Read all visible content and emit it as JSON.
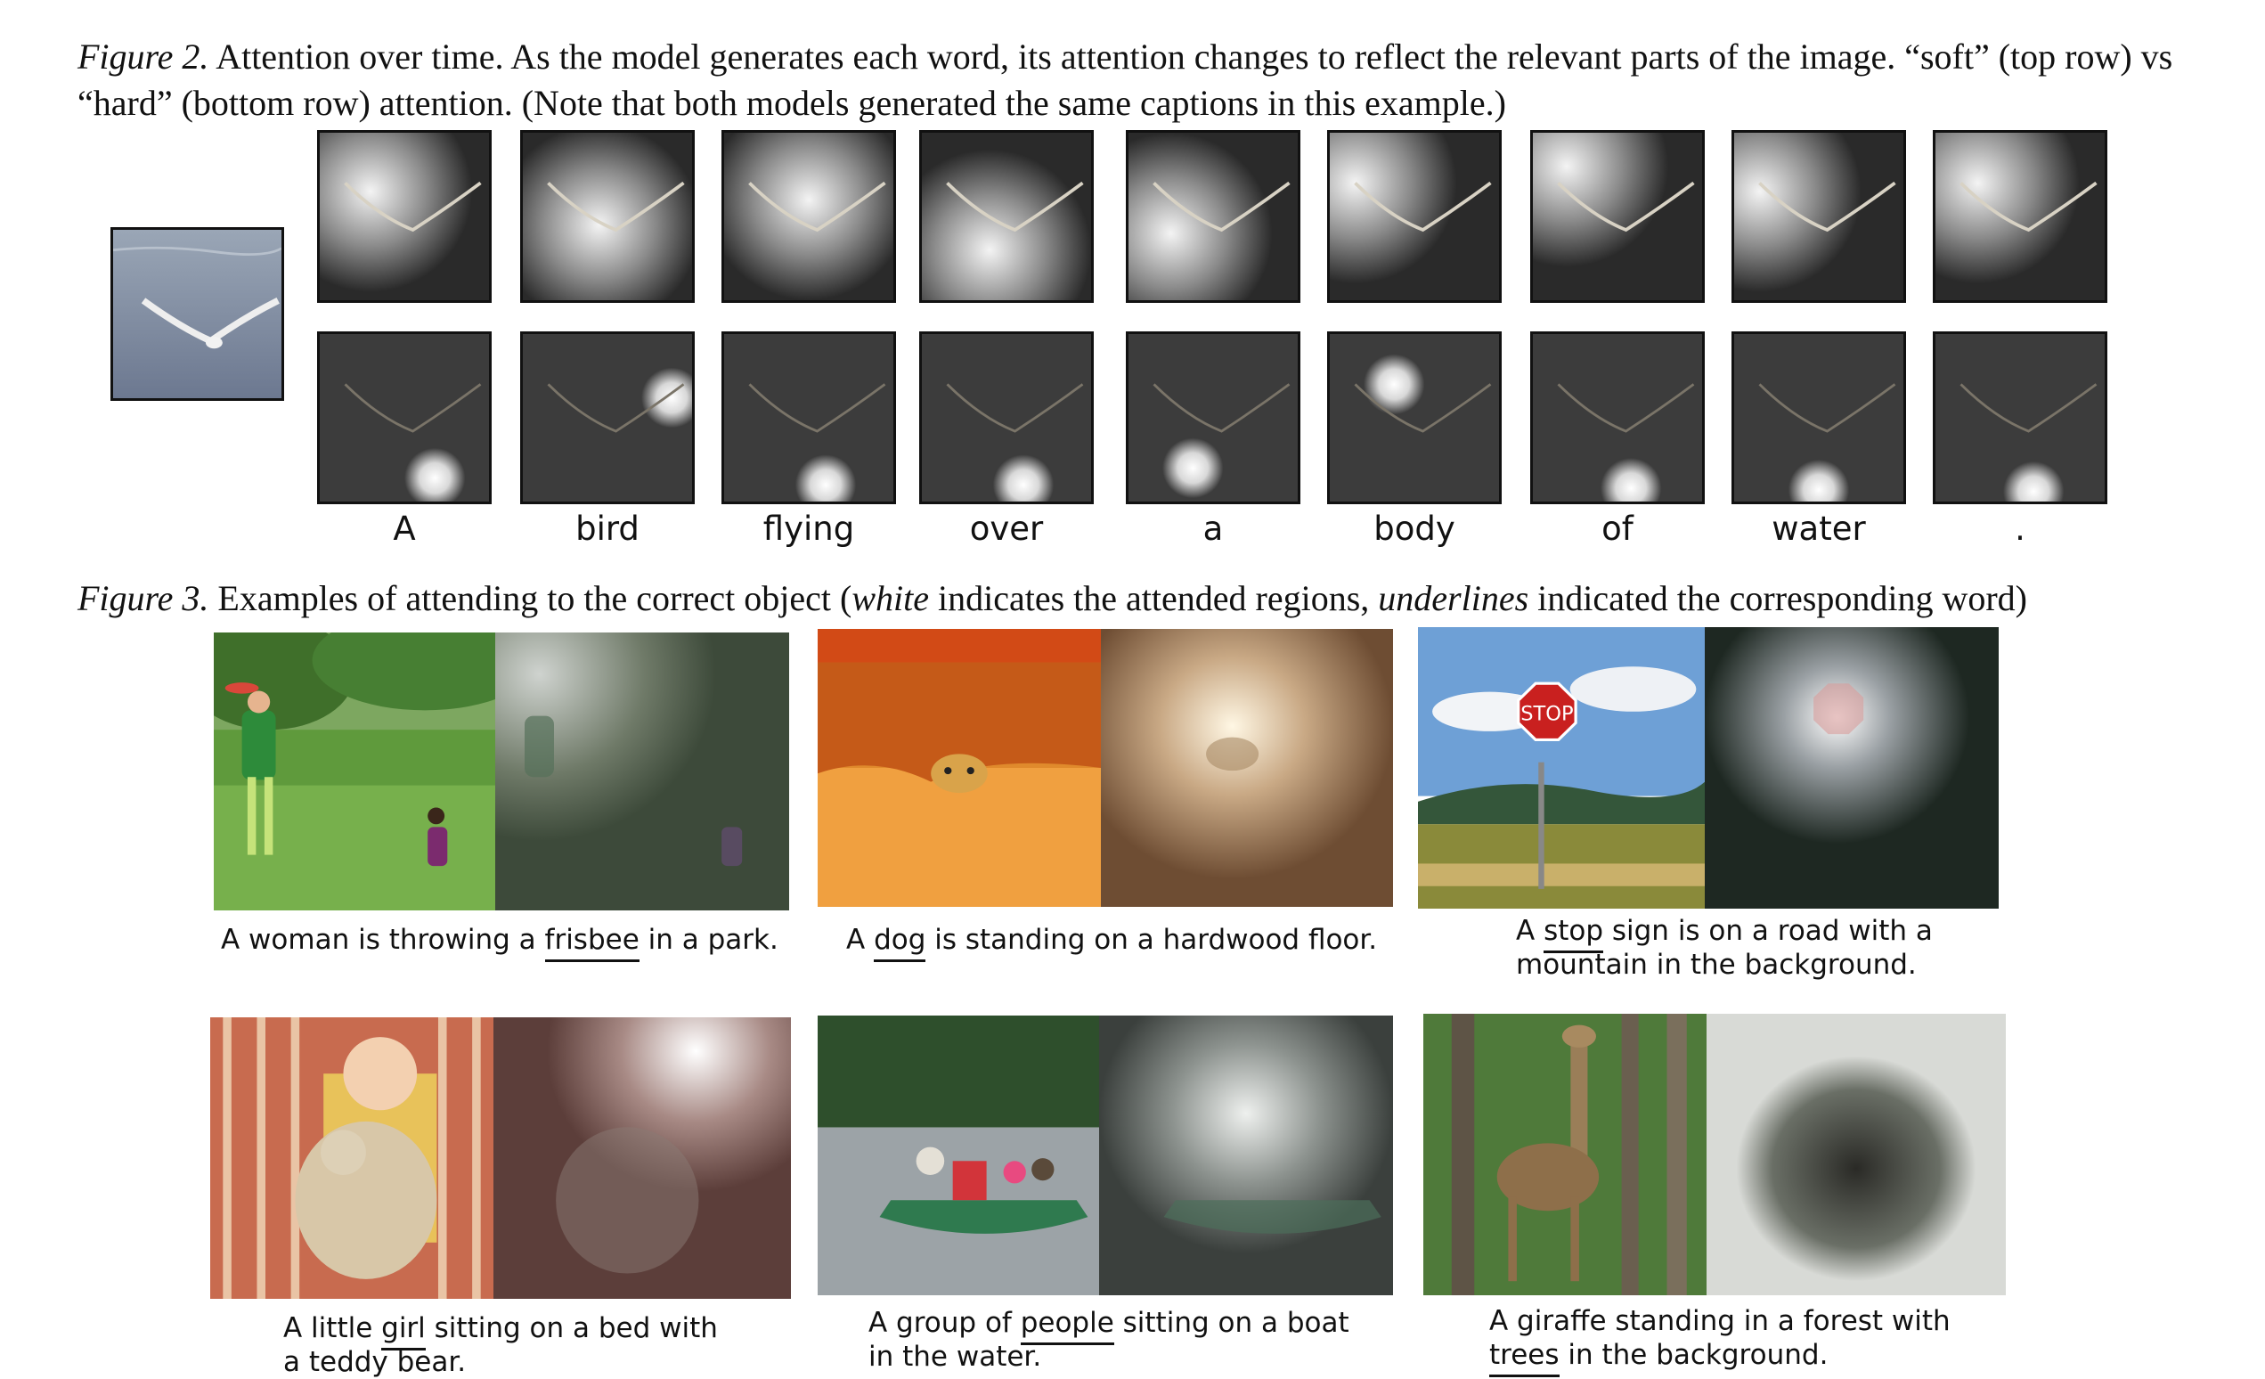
{
  "figure2": {
    "label": "Figure 2.",
    "caption": "Attention over time. As the model generates each word, its attention changes to reflect the relevant parts of the image. “soft” (top row) vs “hard” (bottom row) attention. (Note that both models generated the same captions in this example.)",
    "words": [
      "A",
      "bird",
      "flying",
      "over",
      "a",
      "body",
      "of",
      "water",
      "."
    ]
  },
  "figure3": {
    "label": "Figure 3.",
    "caption_pre": "Examples of attending to the correct object (",
    "caption_white": "white",
    "caption_mid": " indicates the attended regions, ",
    "caption_underlines": "underlines",
    "caption_post": " indicated the corresponding word)",
    "examples": [
      {
        "line1_pre": "A woman is throwing a ",
        "word": "frisbee",
        "line1_post": " in a park.",
        "line2": ""
      },
      {
        "line1_pre": "A ",
        "word": "dog",
        "line1_post": " is standing on a hardwood floor.",
        "line2": ""
      },
      {
        "line1_pre": "A ",
        "word": "stop",
        "line1_post": " sign is on a road with a",
        "line2": "mountain in the background."
      },
      {
        "line1_pre": "A little ",
        "word": "girl",
        "line1_post": " sitting on a bed with",
        "line2": "a teddy bear."
      },
      {
        "line1_pre": "A group of ",
        "word": "people",
        "line1_post": " sitting on a boat",
        "line2": "in the water."
      },
      {
        "line1_pre": "A giraffe standing in a forest with",
        "word": "trees",
        "line1_post": " in the background.",
        "line2_first": true
      }
    ]
  }
}
